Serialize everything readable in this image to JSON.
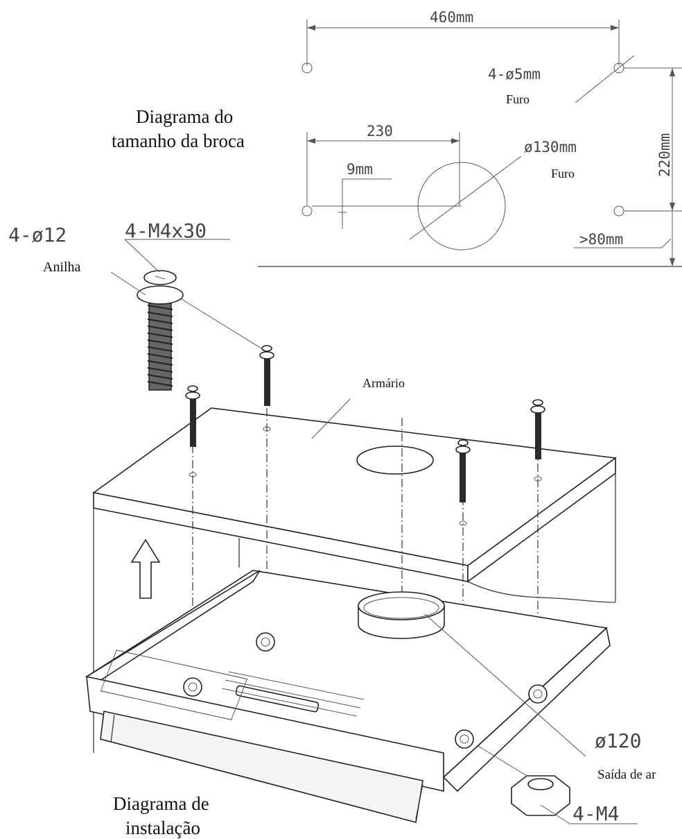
{
  "drill": {
    "title_line1": "Diagrama do",
    "title_line2": "tamanho da broca",
    "dim_460": "460mm",
    "dim_holes": "4-ø5mm",
    "label_furo_small": "Furo",
    "dim_230": "230",
    "dim_130": "ø130mm",
    "label_furo_big": "Furo",
    "dim_9": "9mm",
    "dim_220": "220mm",
    "dim_80": ">80mm"
  },
  "install": {
    "washer_spec": "4-ø12",
    "screw_spec": "4-M4x30",
    "label_washer": "Anilha",
    "label_cabinet": "Armário",
    "duct_spec": "ø120",
    "label_air_outlet": "Saída de ar",
    "nut_spec": "4-M4",
    "title_line1": "Diagrama de",
    "title_line2": "instalação"
  }
}
